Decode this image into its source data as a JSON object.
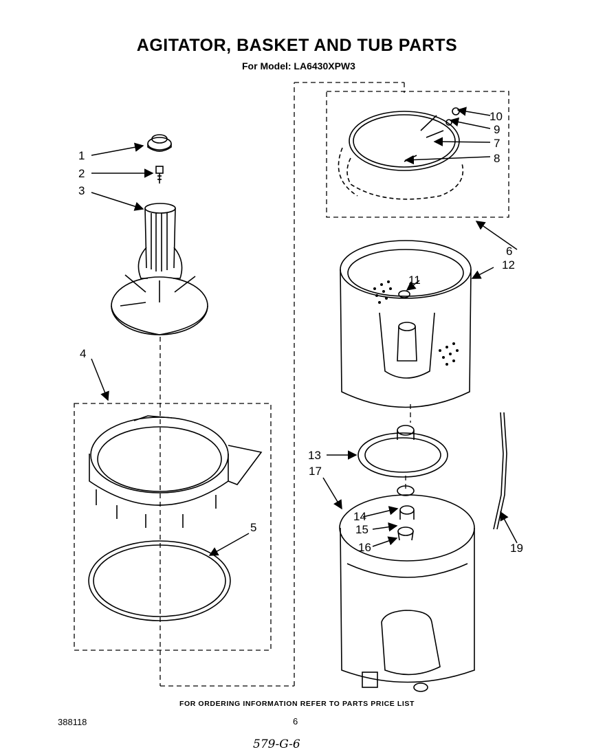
{
  "header": {
    "title": "AGITATOR, BASKET AND TUB PARTS",
    "subtitle": "For Model: LA6430XPW3"
  },
  "callouts": [
    "1",
    "2",
    "3",
    "4",
    "5",
    "6",
    "7",
    "8",
    "9",
    "10",
    "11",
    "12",
    "13",
    "14",
    "15",
    "16",
    "17",
    "19"
  ],
  "footer": {
    "note": "FOR ORDERING INFORMATION REFER TO PARTS PRICE LIST",
    "doc_number": "388118",
    "page_number": "6",
    "handwritten": "579-G-6"
  }
}
